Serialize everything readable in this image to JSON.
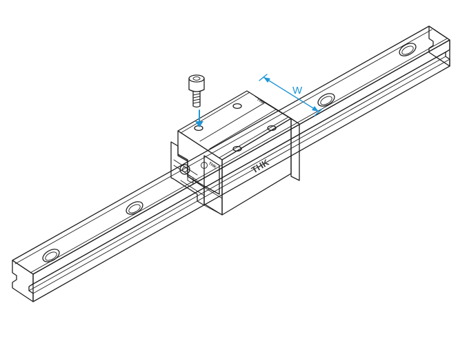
{
  "diagram": {
    "dimension_label": "W",
    "brand_block": "THK",
    "brand_end_seal": "THK",
    "brand_top_seal": "THK",
    "colors": {
      "line": "#1e1e1e",
      "rail_top": "#f2f2f2",
      "rail_side": "#dcdcdc",
      "block_top": "#f1f1f1",
      "block_side": "#e3e3e3",
      "block_front": "#d6d6d6",
      "accent": "#1e96d6"
    },
    "icons": [
      "cap-screw-icon",
      "insert-arrow-icon",
      "grease-nipple-icon",
      "dimension-arrow-icon"
    ]
  }
}
